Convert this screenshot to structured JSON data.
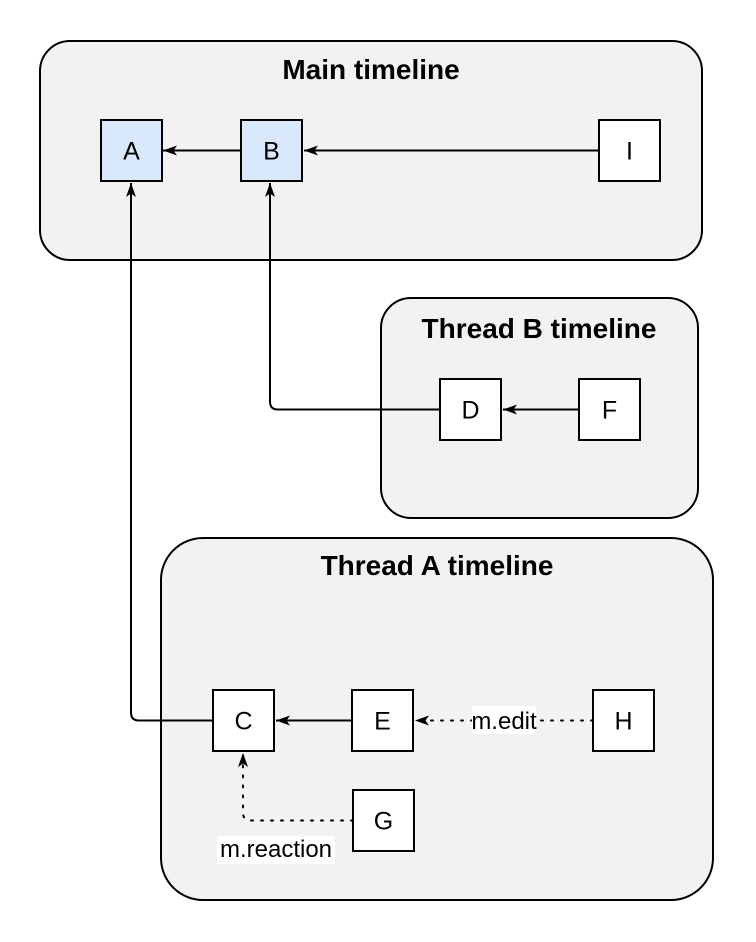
{
  "containers": [
    {
      "id": "main-timeline",
      "title": "Main timeline"
    },
    {
      "id": "thread-b-timeline",
      "title": "Thread B timeline"
    },
    {
      "id": "thread-a-timeline",
      "title": "Thread A timeline"
    }
  ],
  "nodes": [
    {
      "id": "A",
      "label": "A",
      "container": "main-timeline",
      "highlighted": true
    },
    {
      "id": "B",
      "label": "B",
      "container": "main-timeline",
      "highlighted": true
    },
    {
      "id": "I",
      "label": "I",
      "container": "main-timeline",
      "highlighted": false
    },
    {
      "id": "D",
      "label": "D",
      "container": "thread-b-timeline",
      "highlighted": false
    },
    {
      "id": "F",
      "label": "F",
      "container": "thread-b-timeline",
      "highlighted": false
    },
    {
      "id": "C",
      "label": "C",
      "container": "thread-a-timeline",
      "highlighted": false
    },
    {
      "id": "E",
      "label": "E",
      "container": "thread-a-timeline",
      "highlighted": false
    },
    {
      "id": "H",
      "label": "H",
      "container": "thread-a-timeline",
      "highlighted": false
    },
    {
      "id": "G",
      "label": "G",
      "container": "thread-a-timeline",
      "highlighted": false
    }
  ],
  "edges": [
    {
      "from": "B",
      "to": "A",
      "style": "solid",
      "label": ""
    },
    {
      "from": "I",
      "to": "B",
      "style": "solid",
      "label": ""
    },
    {
      "from": "F",
      "to": "D",
      "style": "solid",
      "label": ""
    },
    {
      "from": "D",
      "to": "B",
      "style": "solid",
      "label": ""
    },
    {
      "from": "E",
      "to": "C",
      "style": "solid",
      "label": ""
    },
    {
      "from": "C",
      "to": "A",
      "style": "solid",
      "label": ""
    },
    {
      "from": "H",
      "to": "E",
      "style": "dotted",
      "label": "m.edit"
    },
    {
      "from": "G",
      "to": "C",
      "style": "dotted",
      "label": "m.reaction"
    }
  ],
  "colors": {
    "canvas_bg": "#ffffff",
    "container_fill": "#f2f2f2",
    "container_stroke": "#000000",
    "node_fill": "#ffffff",
    "node_highlight_fill": "#dae8fc",
    "node_stroke": "#000000",
    "edge_stroke": "#000000",
    "edge_label_bg": "#ffffff",
    "text_color": "#000000"
  }
}
